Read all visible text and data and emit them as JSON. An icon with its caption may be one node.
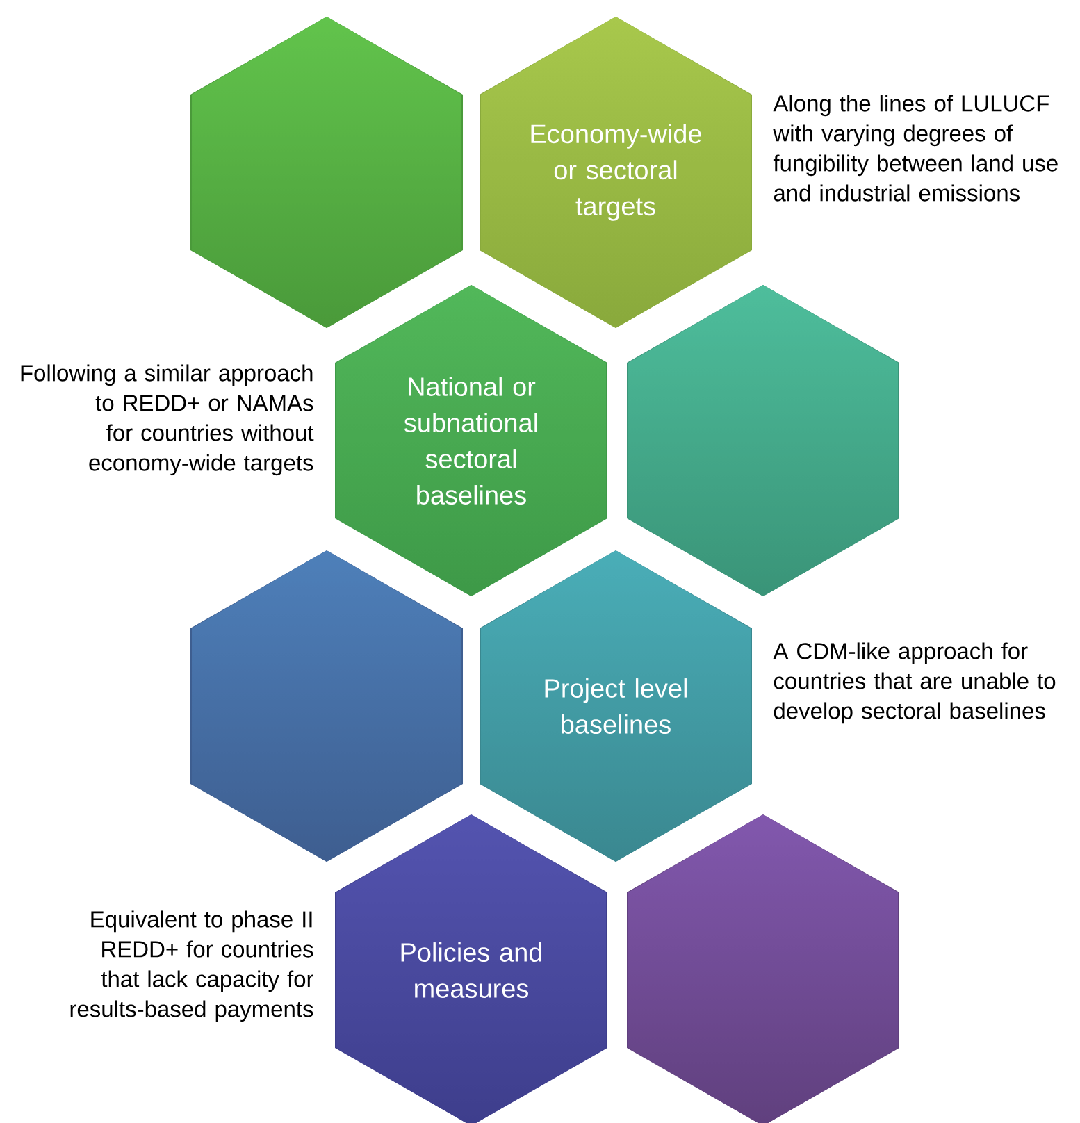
{
  "diagram": {
    "nodes": [
      {
        "text": [],
        "shape": "hexagon"
      },
      {
        "text": [
          "Economy-wide or sectoral targets"
        ],
        "beside": [
          "Along the lines of LULUCF with varying degrees of fungibility between land use and industrial emissions"
        ]
      },
      {
        "text": [
          "National or subnational sectoral baselines"
        ],
        "beside": [
          "Following a similar approach to REDD+ or NAMAs for countries without economy-wide targets"
        ]
      },
      {
        "text": [],
        "shape": "hexagon"
      },
      {
        "text": [],
        "shape": "hexagon"
      },
      {
        "text": [
          "Project level baselines"
        ],
        "beside": [
          "A CDM-like approach for countries that are unable to develop sectoral baselines"
        ]
      },
      {
        "text": [
          "Policies and measures"
        ],
        "beside": [
          "Equivalent to phase II REDD+ for countries that lack capacity for results-based payments"
        ]
      },
      {
        "text": [],
        "shape": "hexagon"
      }
    ]
  }
}
